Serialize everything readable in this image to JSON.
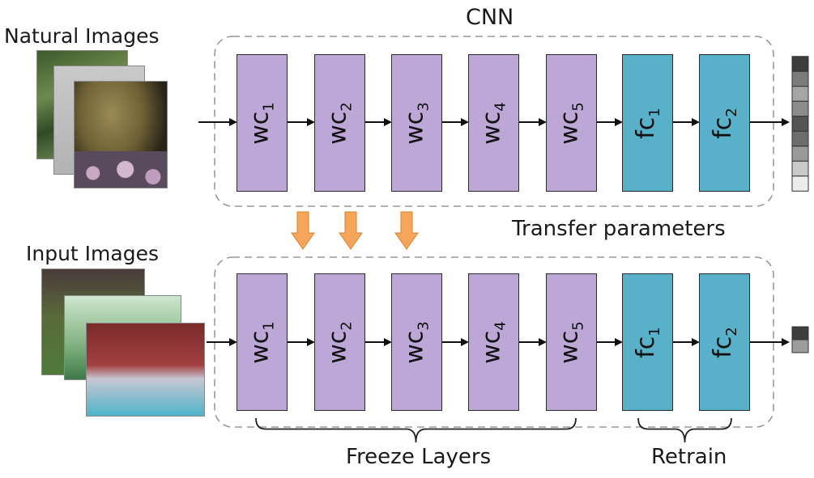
{
  "diagram": {
    "network_label": "CNN",
    "source_label": "Natural Images",
    "target_label": "Input Images",
    "transfer_label": "Transfer parameters",
    "freeze_label": "Freeze Layers",
    "retrain_label": "Retrain",
    "layers": [
      {
        "base": "wc",
        "sub": "1",
        "kind": "conv"
      },
      {
        "base": "wc",
        "sub": "2",
        "kind": "conv"
      },
      {
        "base": "wc",
        "sub": "3",
        "kind": "conv"
      },
      {
        "base": "wc",
        "sub": "4",
        "kind": "conv"
      },
      {
        "base": "wc",
        "sub": "5",
        "kind": "conv"
      },
      {
        "base": "fc",
        "sub": "1",
        "kind": "fc"
      },
      {
        "base": "fc",
        "sub": "2",
        "kind": "fc"
      }
    ],
    "colors": {
      "conv": "#bca7d6",
      "fc": "#59b1c9",
      "transfer_arrow": "#f5a65b",
      "dashed_box": "#999999"
    },
    "top_output_shades": [
      "#3d3d3d",
      "#7b7b7b",
      "#a6a6a6",
      "#8c8c8c",
      "#555555",
      "#6d6d6d",
      "#9a9a9a",
      "#c9c9c9",
      "#ececec"
    ],
    "bottom_output_shades": [
      "#3d3d3d",
      "#9d9d9d"
    ]
  }
}
